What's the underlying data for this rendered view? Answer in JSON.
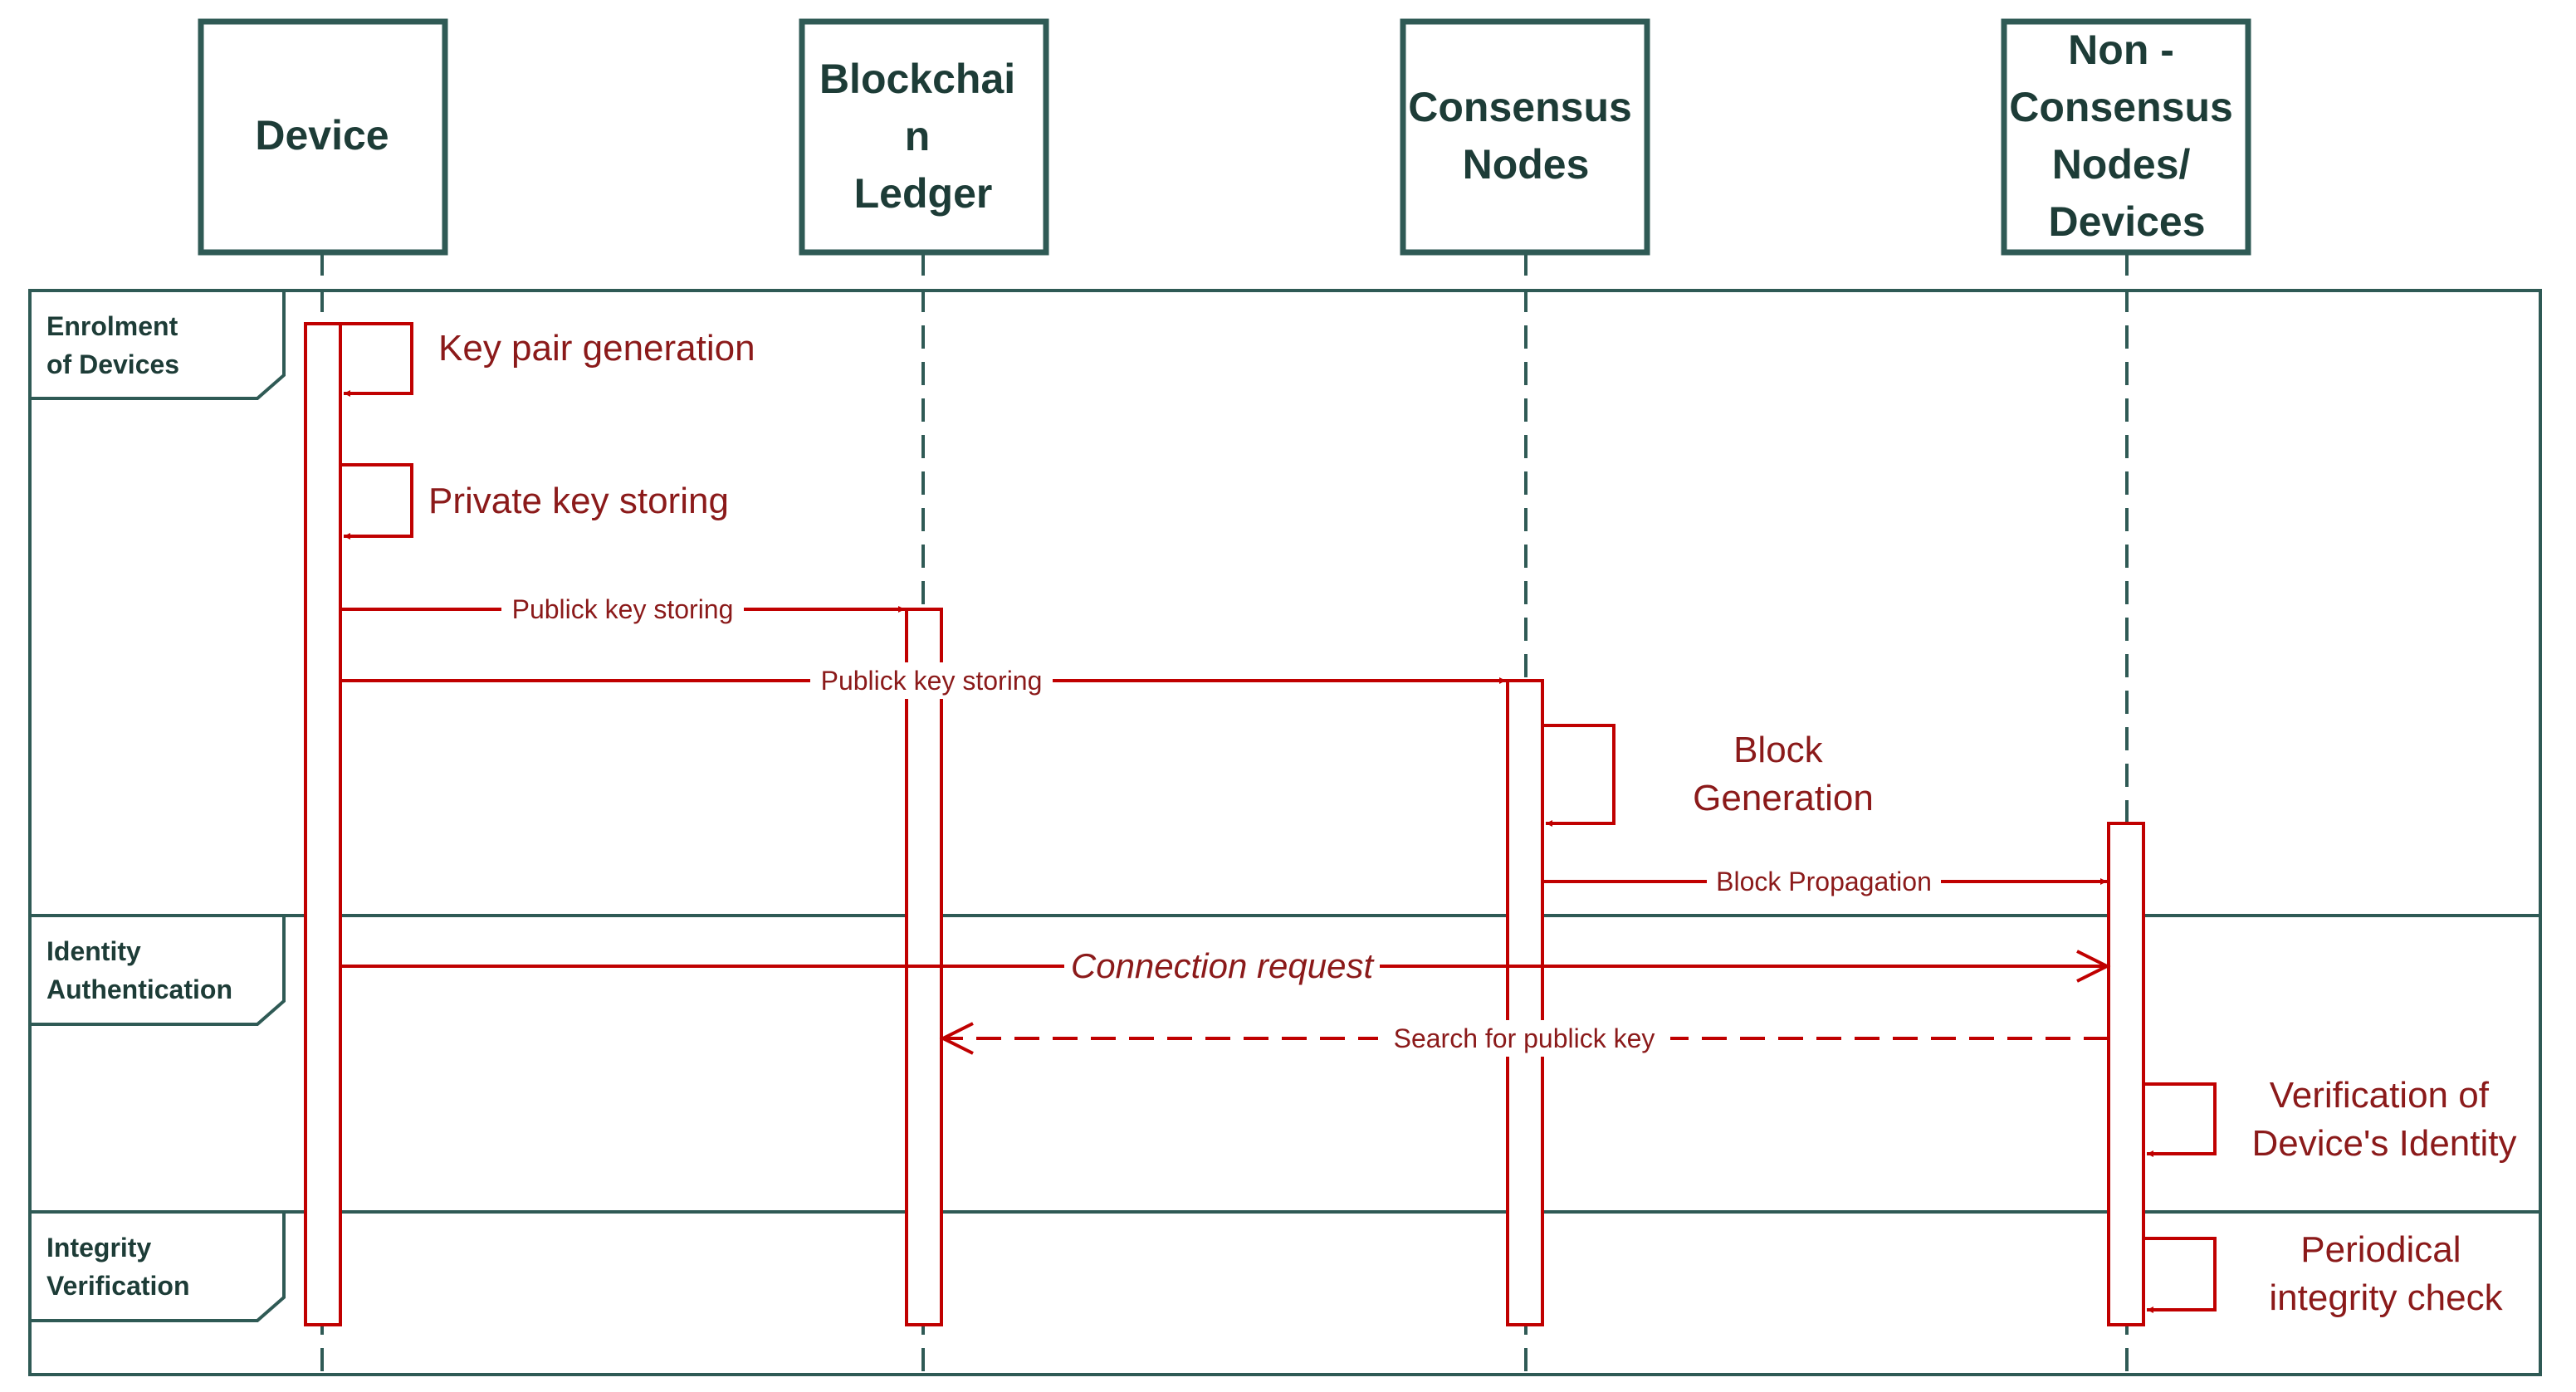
{
  "colors": {
    "frame": "#2f5a55",
    "message": "#c00000",
    "text_dark": "#1d3c37",
    "text_message": "#8b1a1a"
  },
  "lifelines": [
    {
      "id": "device",
      "lines": [
        "Device"
      ]
    },
    {
      "id": "blockchain-ledger",
      "lines": [
        "Blockchai",
        "n",
        "Ledger"
      ]
    },
    {
      "id": "consensus-nodes",
      "lines": [
        "Consensus",
        "Nodes"
      ]
    },
    {
      "id": "non-consensus-nodes-devices",
      "lines": [
        "Non -",
        "Consensus",
        "Nodes/",
        "Devices"
      ]
    }
  ],
  "fragments": [
    {
      "id": "enrolment",
      "lines": [
        "Enrolment",
        "of Devices"
      ]
    },
    {
      "id": "identity-authentication",
      "lines": [
        "Identity",
        "Authentication"
      ]
    },
    {
      "id": "integrity-verification",
      "lines": [
        "Integrity",
        "Verification"
      ]
    }
  ],
  "self_messages": [
    {
      "id": "key-pair-generation",
      "lines": [
        "Key pair generation"
      ]
    },
    {
      "id": "private-key-storing",
      "lines": [
        "Private key storing"
      ]
    },
    {
      "id": "block-generation",
      "lines": [
        "Block",
        "Generation"
      ]
    },
    {
      "id": "verification-of-identity",
      "lines": [
        "Verification of",
        "Device's Identity"
      ]
    },
    {
      "id": "periodical-integrity-check",
      "lines": [
        "Periodical",
        "integrity check"
      ]
    }
  ],
  "messages": [
    {
      "id": "publick-key-storing-ledger",
      "from": "device",
      "to": "blockchain-ledger",
      "label": "Publick key storing",
      "style": "solid",
      "arrow": "filled"
    },
    {
      "id": "publick-key-storing-consensus",
      "from": "device",
      "to": "consensus-nodes",
      "label": "Publick key storing",
      "style": "solid",
      "arrow": "filled"
    },
    {
      "id": "block-propagation",
      "from": "consensus-nodes",
      "to": "non-consensus-nodes-devices",
      "label": "Block Propagation",
      "style": "solid",
      "arrow": "filled"
    },
    {
      "id": "connection-request",
      "from": "device",
      "to": "non-consensus-nodes-devices",
      "label": "Connection request",
      "style": "solid",
      "arrow": "open",
      "italic": true
    },
    {
      "id": "search-for-publick-key",
      "from": "non-consensus-nodes-devices",
      "to": "blockchain-ledger",
      "label": "Search for publick key",
      "style": "dashed",
      "arrow": "open"
    }
  ]
}
